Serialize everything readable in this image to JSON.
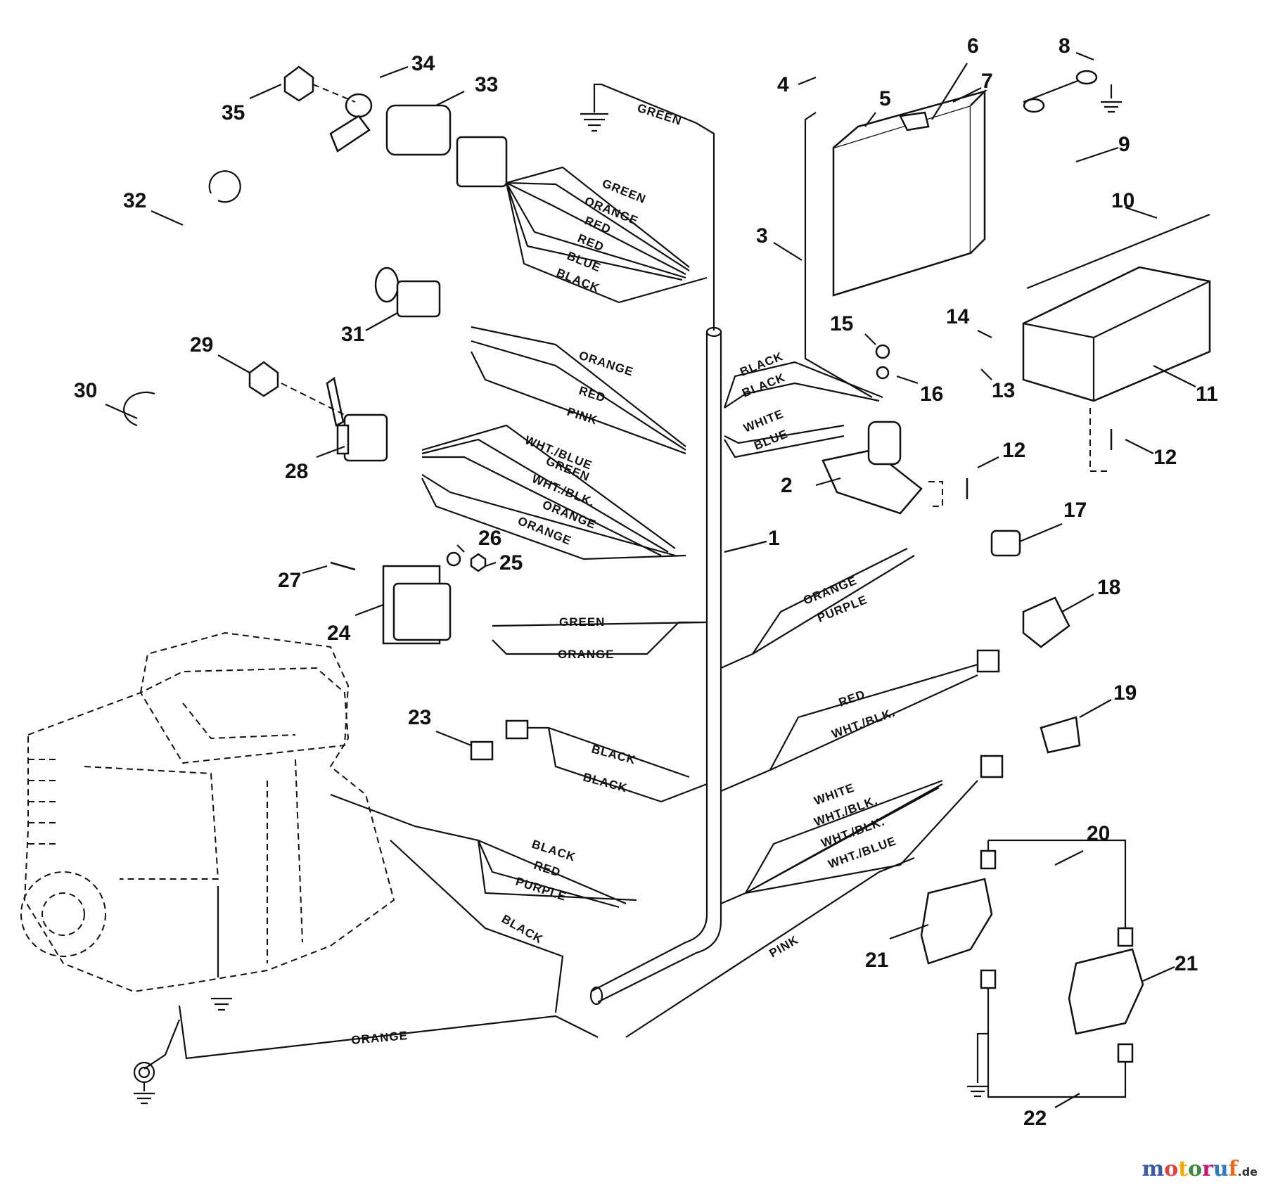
{
  "diagram": {
    "title": "Wiring harness exploded view",
    "part_numbers": [
      "1",
      "2",
      "3",
      "4",
      "5",
      "6",
      "7",
      "8",
      "9",
      "10",
      "11",
      "12",
      "13",
      "14",
      "15",
      "16",
      "17",
      "18",
      "19",
      "20",
      "21",
      "22",
      "23",
      "24",
      "25",
      "26",
      "27",
      "28",
      "29",
      "30",
      "31",
      "32",
      "33",
      "34",
      "35"
    ],
    "wire_labels": {
      "ground_top": "GREEN",
      "ignition": [
        "GREEN",
        "ORANGE",
        "RED",
        "RED",
        "BLUE",
        "BLACK"
      ],
      "switch31": [
        "ORANGE",
        "RED",
        "PINK"
      ],
      "switch28": [
        "WHT./BLUE",
        "GREEN",
        "WHT./BLK.",
        "ORANGE",
        "ORANGE"
      ],
      "solenoid": [
        "BLACK",
        "BLACK",
        "WHITE",
        "BLUE"
      ],
      "module24": [
        "GREEN",
        "ORANGE"
      ],
      "conn17": [
        "ORANGE",
        "PURPLE"
      ],
      "conn18": [
        "RED",
        "WHT./BLK."
      ],
      "conn19": [
        "WHITE",
        "WHT./BLK.",
        "WHT./BLK.",
        "WHT./BLUE"
      ],
      "conn23": [
        "BLACK",
        "BLACK"
      ],
      "engine": [
        "BLACK",
        "RED",
        "PURPLE",
        "BLACK"
      ],
      "lights": "PINK",
      "ground_bottom": "ORANGE"
    }
  },
  "watermark": {
    "brand": "motoruf",
    "tld": ".de",
    "colors": [
      "#3b5ba5",
      "#e2403a",
      "#f2a900",
      "#3b8d3b",
      "#c2187a",
      "#2a7bc2",
      "#e86a1a"
    ]
  }
}
